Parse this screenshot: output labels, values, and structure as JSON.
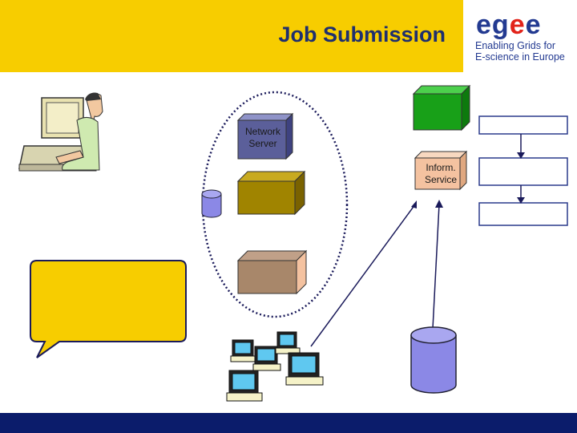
{
  "header": {
    "title": "Job Submission"
  },
  "logo": {
    "word_a": "eg",
    "word_b": "e",
    "word_c": "e",
    "tagline_line1": "Enabling Grids for",
    "tagline_line2": "E-science in Europe"
  },
  "nodes": {
    "network_server": {
      "line1": "Network",
      "line2": "Server"
    },
    "inform_service": {
      "line1": "Inform.",
      "line2": "Service"
    }
  },
  "colors": {
    "header": "#f7cd00",
    "navy": "#1f2f6e",
    "footer": "#0b1c6b",
    "network_server": "#5b5f9a",
    "workload_box": "#a08400",
    "job_box": "#a8876a",
    "green_box": "#18a018",
    "inform_box": "#f4c2a0",
    "database": "#8b88e6",
    "callout": "#f7cd00"
  }
}
